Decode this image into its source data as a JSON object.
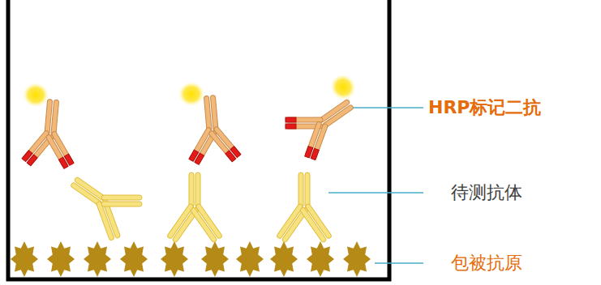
{
  "diagram": {
    "labels": [
      "HRP标记二抗",
      "待测抗体",
      "包被抗原"
    ]
  }
}
